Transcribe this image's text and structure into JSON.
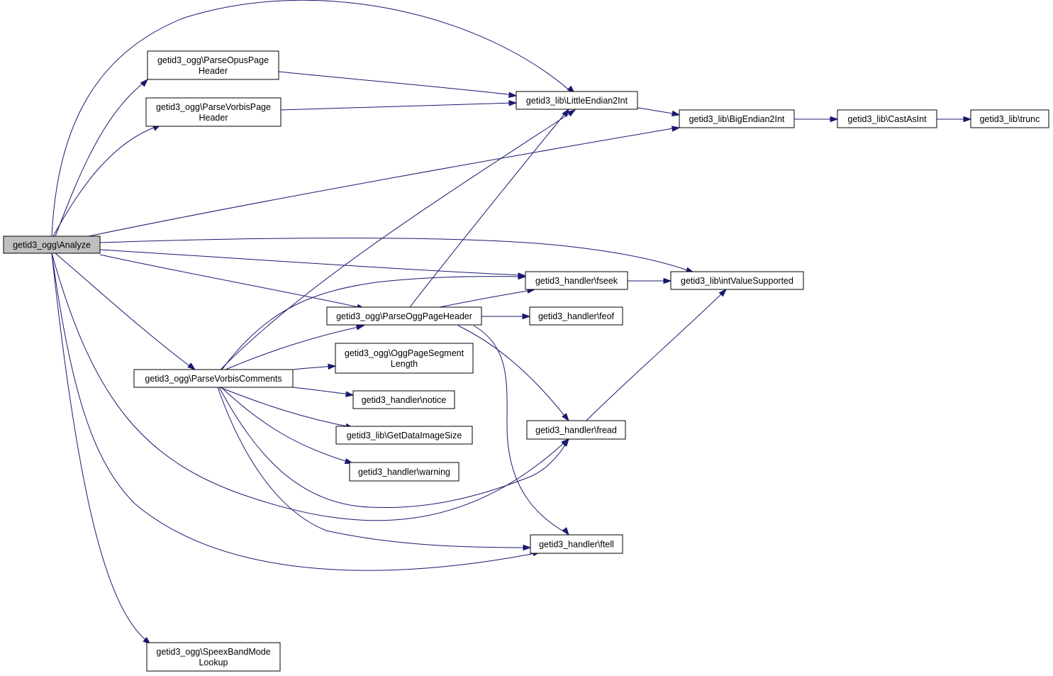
{
  "diagram": {
    "nodes": {
      "analyze": [
        "getid3_ogg\\Analyze"
      ],
      "parse_opus": [
        "getid3_ogg\\ParseOpusPage",
        "Header"
      ],
      "parse_vorbis_page": [
        "getid3_ogg\\ParseVorbisPage",
        "Header"
      ],
      "little_endian": [
        "getid3_lib\\LittleEndian2Int"
      ],
      "big_endian": [
        "getid3_lib\\BigEndian2Int"
      ],
      "cast_as_int": [
        "getid3_lib\\CastAsInt"
      ],
      "trunc": [
        "getid3_lib\\trunc"
      ],
      "fseek": [
        "getid3_handler\\fseek"
      ],
      "int_value_supported": [
        "getid3_lib\\intValueSupported"
      ],
      "parse_ogg_page_header": [
        "getid3_ogg\\ParseOggPageHeader"
      ],
      "feof": [
        "getid3_handler\\feof"
      ],
      "ogg_page_segment_length": [
        "getid3_ogg\\OggPageSegment",
        "Length"
      ],
      "parse_vorbis_comments": [
        "getid3_ogg\\ParseVorbisComments"
      ],
      "notice": [
        "getid3_handler\\notice"
      ],
      "get_data_image_size": [
        "getid3_lib\\GetDataImageSize"
      ],
      "fread": [
        "getid3_handler\\fread"
      ],
      "warning": [
        "getid3_handler\\warning"
      ],
      "ftell": [
        "getid3_handler\\ftell"
      ],
      "speex_band_mode_lookup": [
        "getid3_ogg\\SpeexBandMode",
        "Lookup"
      ]
    },
    "edges": [
      [
        "analyze",
        "parse_opus"
      ],
      [
        "analyze",
        "parse_vorbis_page"
      ],
      [
        "analyze",
        "little_endian"
      ],
      [
        "analyze",
        "big_endian"
      ],
      [
        "analyze",
        "int_value_supported"
      ],
      [
        "analyze",
        "fseek"
      ],
      [
        "analyze",
        "parse_ogg_page_header"
      ],
      [
        "analyze",
        "parse_vorbis_comments"
      ],
      [
        "analyze",
        "fread"
      ],
      [
        "analyze",
        "ftell"
      ],
      [
        "analyze",
        "speex_band_mode_lookup"
      ],
      [
        "parse_opus",
        "little_endian"
      ],
      [
        "parse_vorbis_page",
        "little_endian"
      ],
      [
        "little_endian",
        "big_endian"
      ],
      [
        "big_endian",
        "cast_as_int"
      ],
      [
        "cast_as_int",
        "trunc"
      ],
      [
        "fseek",
        "int_value_supported"
      ],
      [
        "fread",
        "int_value_supported"
      ],
      [
        "parse_ogg_page_header",
        "little_endian"
      ],
      [
        "parse_ogg_page_header",
        "fseek"
      ],
      [
        "parse_ogg_page_header",
        "feof"
      ],
      [
        "parse_ogg_page_header",
        "fread"
      ],
      [
        "parse_ogg_page_header",
        "ftell"
      ],
      [
        "parse_vorbis_comments",
        "little_endian"
      ],
      [
        "parse_vorbis_comments",
        "fseek"
      ],
      [
        "parse_vorbis_comments",
        "parse_ogg_page_header"
      ],
      [
        "parse_vorbis_comments",
        "ogg_page_segment_length"
      ],
      [
        "parse_vorbis_comments",
        "notice"
      ],
      [
        "parse_vorbis_comments",
        "get_data_image_size"
      ],
      [
        "parse_vorbis_comments",
        "warning"
      ],
      [
        "parse_vorbis_comments",
        "fread"
      ],
      [
        "parse_vorbis_comments",
        "ftell"
      ]
    ]
  },
  "colors": {
    "edge": "#191970",
    "root_fill": "#bfbfbf",
    "node_fill": "#ffffff",
    "node_stroke": "#000000"
  }
}
